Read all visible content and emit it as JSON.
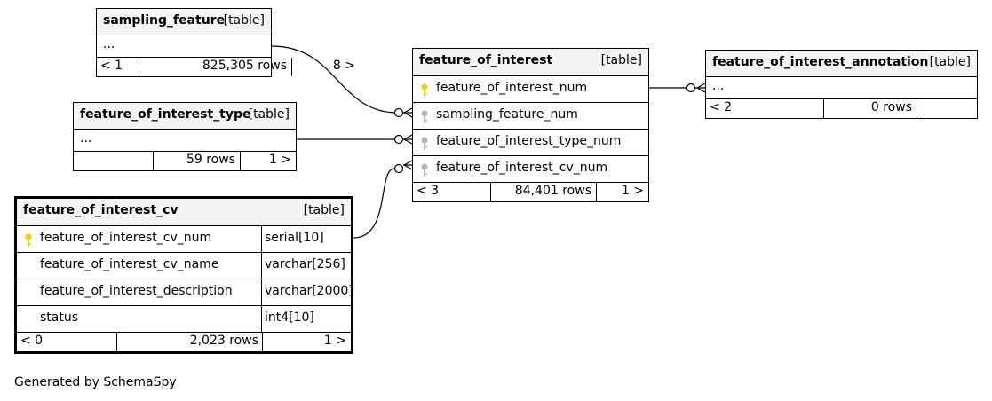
{
  "tables": {
    "sampling_feature": {
      "name": "sampling_feature",
      "kind": "[table]",
      "rows": [
        "..."
      ],
      "footer": {
        "left": "< 1",
        "count": "825,305 rows",
        "right": "8 >"
      }
    },
    "feature_of_interest_type": {
      "name": "feature_of_interest_type",
      "kind": "[table]",
      "rows": [
        "..."
      ],
      "footer": {
        "left": "",
        "count": "59 rows",
        "right": "1 >"
      }
    },
    "feature_of_interest": {
      "name": "feature_of_interest",
      "kind": "[table]",
      "rows": [
        "feature_of_interest_num",
        "sampling_feature_num",
        "feature_of_interest_type_num",
        "feature_of_interest_cv_num"
      ],
      "footer": {
        "left": "< 3",
        "count": "84,401 rows",
        "right": "1 >"
      }
    },
    "feature_of_interest_annotation": {
      "name": "feature_of_interest_annotation",
      "kind": "[table]",
      "rows": [
        "..."
      ],
      "footer": {
        "left": "< 2",
        "count": "0 rows",
        "right": ""
      }
    },
    "feature_of_interest_cv": {
      "name": "feature_of_interest_cv",
      "kind": "[table]",
      "columns": [
        {
          "name": "feature_of_interest_cv_num",
          "type": "serial[10]"
        },
        {
          "name": "feature_of_interest_cv_name",
          "type": "varchar[256]"
        },
        {
          "name": "feature_of_interest_description",
          "type": "varchar[2000]"
        },
        {
          "name": "status",
          "type": "int4[10]"
        }
      ],
      "footer": {
        "left": "< 0",
        "count": "2,023 rows",
        "right": "1 >"
      }
    }
  },
  "colors": {
    "primary_key": "#f2d10a",
    "foreign_key": "#b8b8b8",
    "header_bg": "#f4f4f4"
  },
  "generated_by": "Generated by SchemaSpy"
}
